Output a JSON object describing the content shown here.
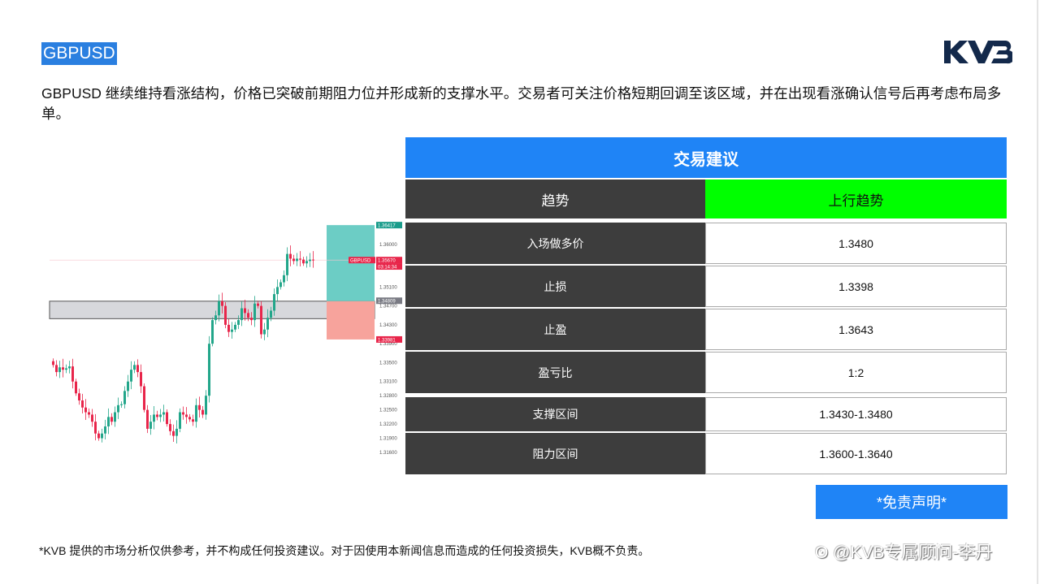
{
  "title": "GBPUSD",
  "logo_text": "KVB",
  "summary": "GBPUSD 继续维持看涨结构，价格已突破前期阻力位并形成新的支撑水平。交易者可关注价格短期回调至该区域，并在出现看涨确认信号后再考虑布局多单。",
  "chart": {
    "symbol": "GBPUSD",
    "current_price": "1.35670",
    "countdown": "03:14:34",
    "target_label": "1.36417",
    "entry_label": "1.34809",
    "stop_label": "1.33981",
    "axis_ticks": [
      "1.36000",
      "1.35100",
      "1.34700",
      "1.34300",
      "1.33900",
      "1.33500",
      "1.33100",
      "1.32800",
      "1.32500",
      "1.32200",
      "1.31900",
      "1.31600"
    ],
    "support_zone": [
      1.3443,
      1.348
    ],
    "target_zone": [
      1.348,
      1.3641
    ],
    "stop_zone": [
      1.3399,
      1.348
    ],
    "closes": [
      1.3345,
      1.333,
      1.334,
      1.3335,
      1.3338,
      1.3342,
      1.331,
      1.3285,
      1.327,
      1.3255,
      1.3245,
      1.324,
      1.3225,
      1.32,
      1.319,
      1.32,
      1.3215,
      1.3235,
      1.3225,
      1.3245,
      1.326,
      1.3262,
      1.329,
      1.331,
      1.3335,
      1.3345,
      1.333,
      1.33,
      1.325,
      1.321,
      1.3225,
      1.324,
      1.3235,
      1.324,
      1.3245,
      1.322,
      1.3205,
      1.3195,
      1.321,
      1.3245,
      1.324,
      1.3235,
      1.323,
      1.3225,
      1.326,
      1.325,
      1.324,
      1.328,
      1.339,
      1.344,
      1.345,
      1.348,
      1.347,
      1.343,
      1.3415,
      1.342,
      1.343,
      1.344,
      1.3465,
      1.3455,
      1.3445,
      1.344,
      1.3475,
      1.347,
      1.341,
      1.342,
      1.3445,
      1.346,
      1.3495,
      1.351,
      1.352,
      1.3535,
      1.358,
      1.357,
      1.3565,
      1.357,
      1.3568,
      1.356,
      1.3565,
      1.3568,
      1.3567
    ],
    "colors": {
      "up": "#22a68a",
      "down": "#e8254a",
      "target": "#6ccdc5",
      "stop": "#f7a39c",
      "zone": "#d7d8dc"
    }
  },
  "table": {
    "header": "交易建议",
    "trend": {
      "label": "趋势",
      "value": "上行趋势"
    },
    "rows": [
      {
        "label": "入场做多价",
        "value": "1.3480"
      },
      {
        "label": "止损",
        "value": "1.3398"
      },
      {
        "label": "止盈",
        "value": "1.3643"
      },
      {
        "label": "盈亏比",
        "value": "1:2"
      }
    ],
    "zones": [
      {
        "label": "支撑区间",
        "value": "1.3430-1.3480"
      },
      {
        "label": "阻力区间",
        "value": "1.3600-1.3640"
      }
    ]
  },
  "disclaimer_button": "*免责声明*",
  "footnote": "*KVB 提供的市场分析仅供参考，并不构成任何投资建议。对于因使用本新闻信息而造成的任何投资损失，KVB概不负责。",
  "watermark": "@KVB专属顾问-李丹"
}
